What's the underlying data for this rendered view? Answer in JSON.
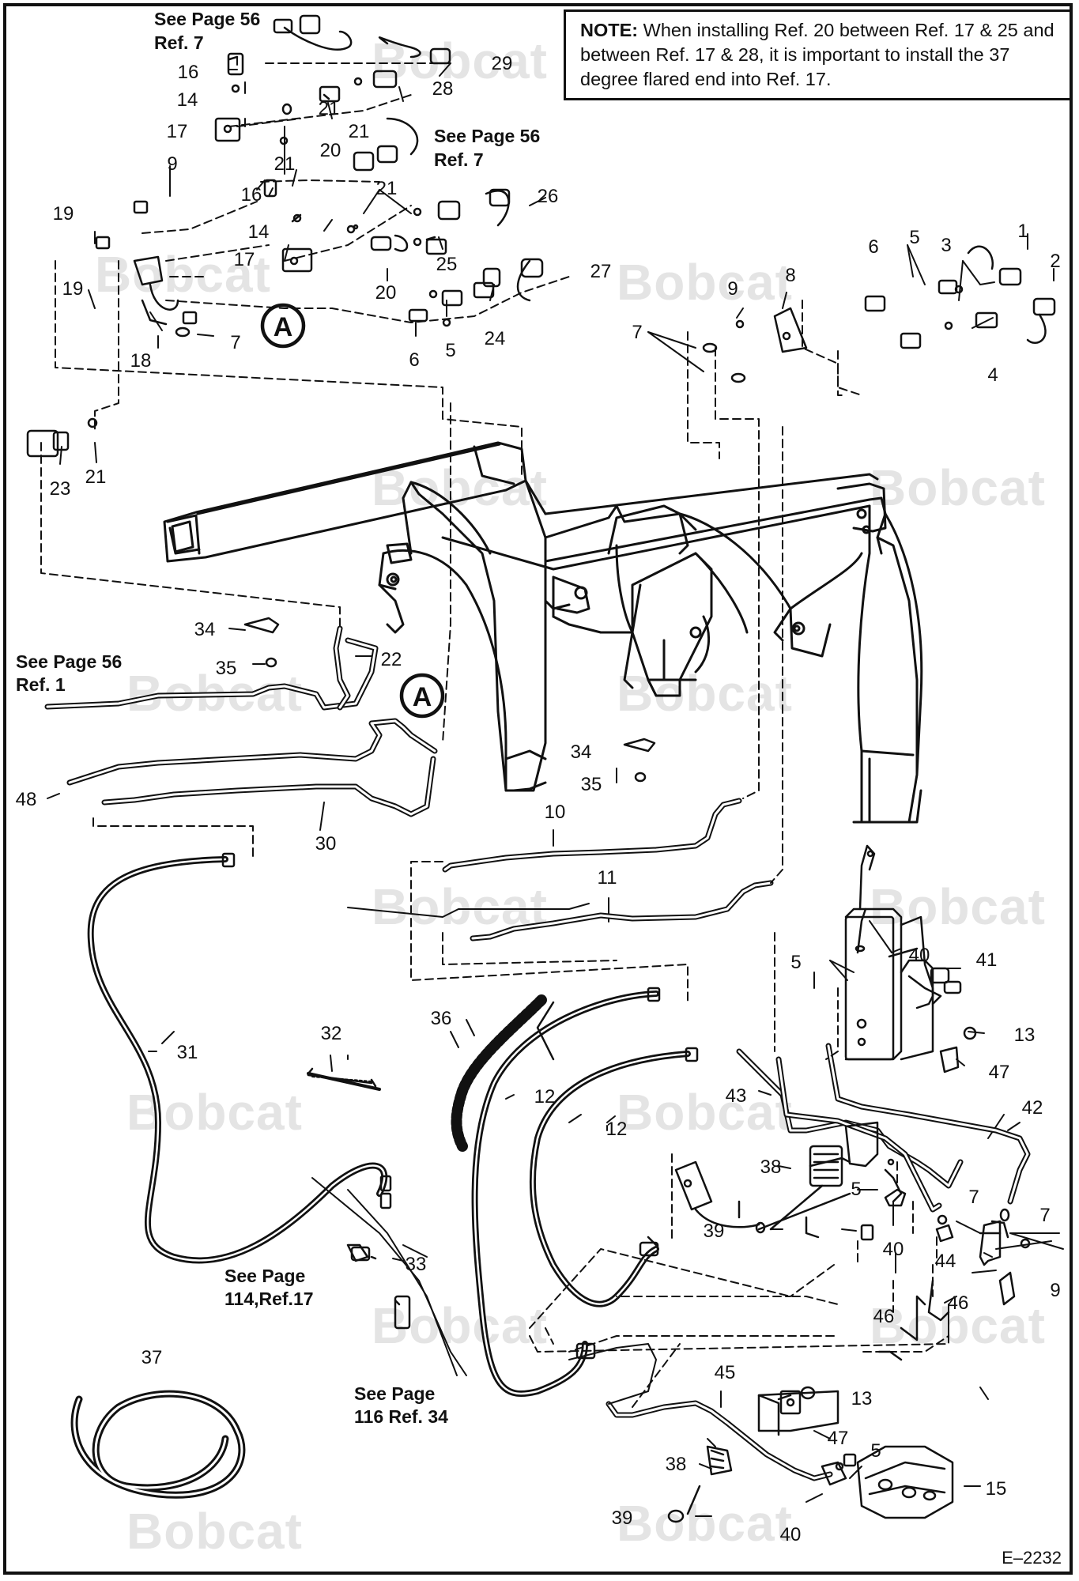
{
  "note": {
    "prefix": "NOTE:",
    "text": "When installing Ref. 20 between Ref. 17 & 25 and between Ref. 17 & 28, it is important to install the 37 degree flared end into Ref. 17."
  },
  "watermark": "Bobcat",
  "document_id": "E–2232",
  "callout_letter": "A",
  "cross_refs": [
    {
      "lines": [
        "See Page 56",
        "Ref. 7"
      ]
    },
    {
      "lines": [
        "See Page 56",
        "Ref. 7"
      ]
    },
    {
      "lines": [
        "See Page 56",
        "Ref. 1"
      ]
    },
    {
      "lines": [
        "See Page",
        "114,Ref.17"
      ]
    },
    {
      "lines": [
        "See Page",
        "116 Ref. 34"
      ]
    }
  ],
  "part_labels": [
    "1",
    "2",
    "3",
    "4",
    "5",
    "5",
    "5",
    "5",
    "5",
    "6",
    "6",
    "7",
    "7",
    "7",
    "7",
    "8",
    "9",
    "9",
    "9",
    "10",
    "11",
    "12",
    "12",
    "13",
    "13",
    "14",
    "14",
    "15",
    "16",
    "16",
    "17",
    "17",
    "18",
    "19",
    "19",
    "20",
    "20",
    "21",
    "21",
    "21",
    "21",
    "21",
    "22",
    "23",
    "24",
    "25",
    "26",
    "27",
    "28",
    "29",
    "30",
    "31",
    "32",
    "33",
    "34",
    "34",
    "35",
    "35",
    "36",
    "37",
    "38",
    "38",
    "39",
    "39",
    "40",
    "40",
    "40",
    "41",
    "42",
    "43",
    "44",
    "45",
    "46",
    "46",
    "47",
    "47",
    "48"
  ]
}
